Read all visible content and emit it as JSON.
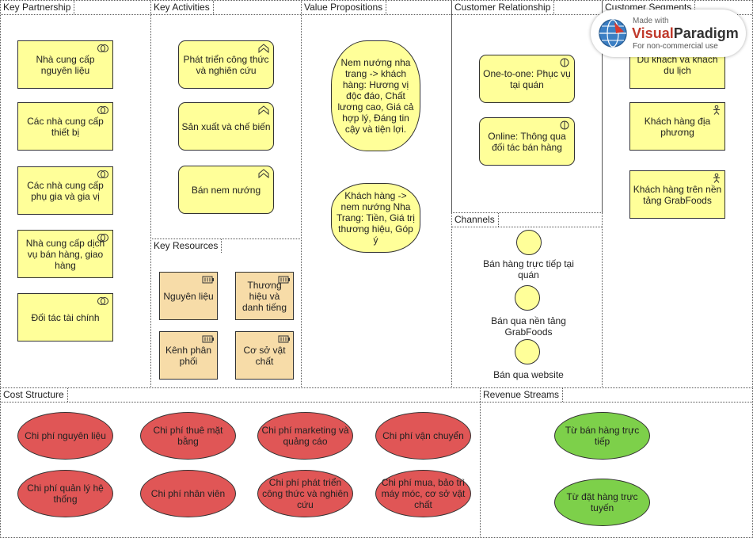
{
  "sections": {
    "key_partnership": "Key Partnership",
    "key_activities": "Key Activities",
    "key_resources": "Key Resources",
    "value_propositions": "Value Propositions",
    "customer_relationship": "Customer Relationship",
    "channels": "Channels",
    "customer_segments": "Customer Segments",
    "cost_structure": "Cost Structure",
    "revenue_streams": "Revenue Streams"
  },
  "partners": [
    "Nhà cung cấp nguyên liệu",
    "Các nhà cung cấp thiết bị",
    "Các nhà cung cấp phụ gia và gia vị",
    "Nhà cung cấp dịch vụ bán hàng, giao hàng",
    "Đối tác tài chính"
  ],
  "activities": [
    "Phát triển công thức và nghiên cứu",
    "Sản xuất và chế biến",
    "Bán nem nướng"
  ],
  "resources": [
    "Nguyên liệu",
    "Thương hiệu và danh tiếng",
    "Kênh phân phối",
    "Cơ sở vật chất"
  ],
  "value_props": [
    "Nem nướng nha trang -> khách hàng: Hương vị độc đáo, Chất lương cao, Giá cả hợp lý, Đáng tin cậy và tiện lợi.",
    "Khách hàng -> nem nướng Nha Trang: Tiền, Giá trị thương hiệu, Góp ý"
  ],
  "relationships": [
    "One-to-one: Phục vụ tại quán",
    "Online: Thông qua đối tác bán hàng"
  ],
  "channels": [
    "Bán hàng trực tiếp tại quán",
    "Bán qua nền tảng GrabFoods",
    "Bán qua website"
  ],
  "segments": [
    "Du khách và khách du lịch",
    "Khách hàng địa phương",
    "Khách hàng trên nền tảng GrabFoods"
  ],
  "costs": [
    "Chi phí nguyên liệu",
    "Chi phí thuê mặt bằng",
    "Chi phí marketing và quảng cáo",
    "Chi phí vận chuyển",
    "Chi phí quản lý hệ thống",
    "Chi phí nhân viên",
    "Chi phí phát triển công thức và nghiên cứu",
    "Chi phí mua, bảo trì máy móc, cơ sở vật chất"
  ],
  "revenues": [
    "Từ bán hàng trực tiếp",
    "Từ đặt hàng trực tuyến"
  ],
  "watermark": {
    "line1": "Made with",
    "brand_a": "Visual",
    "brand_b": "Paradigm",
    "line3": "For non-commercial use"
  },
  "colors": {
    "yellow": "#ffff99",
    "tan": "#f7dca8",
    "red": "#e05656",
    "green": "#7dd04a",
    "brand_red": "#c0392b"
  }
}
